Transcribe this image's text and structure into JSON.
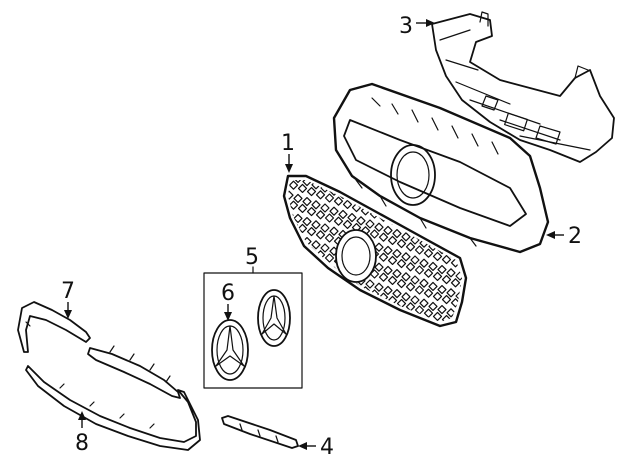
{
  "callouts": [
    {
      "id": "1",
      "part": "grille"
    },
    {
      "id": "2",
      "part": "grille-frame"
    },
    {
      "id": "3",
      "part": "upper-bracket"
    },
    {
      "id": "4",
      "part": "lower-trim-strip"
    },
    {
      "id": "5",
      "part": "emblem-kit"
    },
    {
      "id": "6",
      "part": "emblem"
    },
    {
      "id": "7",
      "part": "upper-molding"
    },
    {
      "id": "8",
      "part": "lower-molding"
    }
  ]
}
